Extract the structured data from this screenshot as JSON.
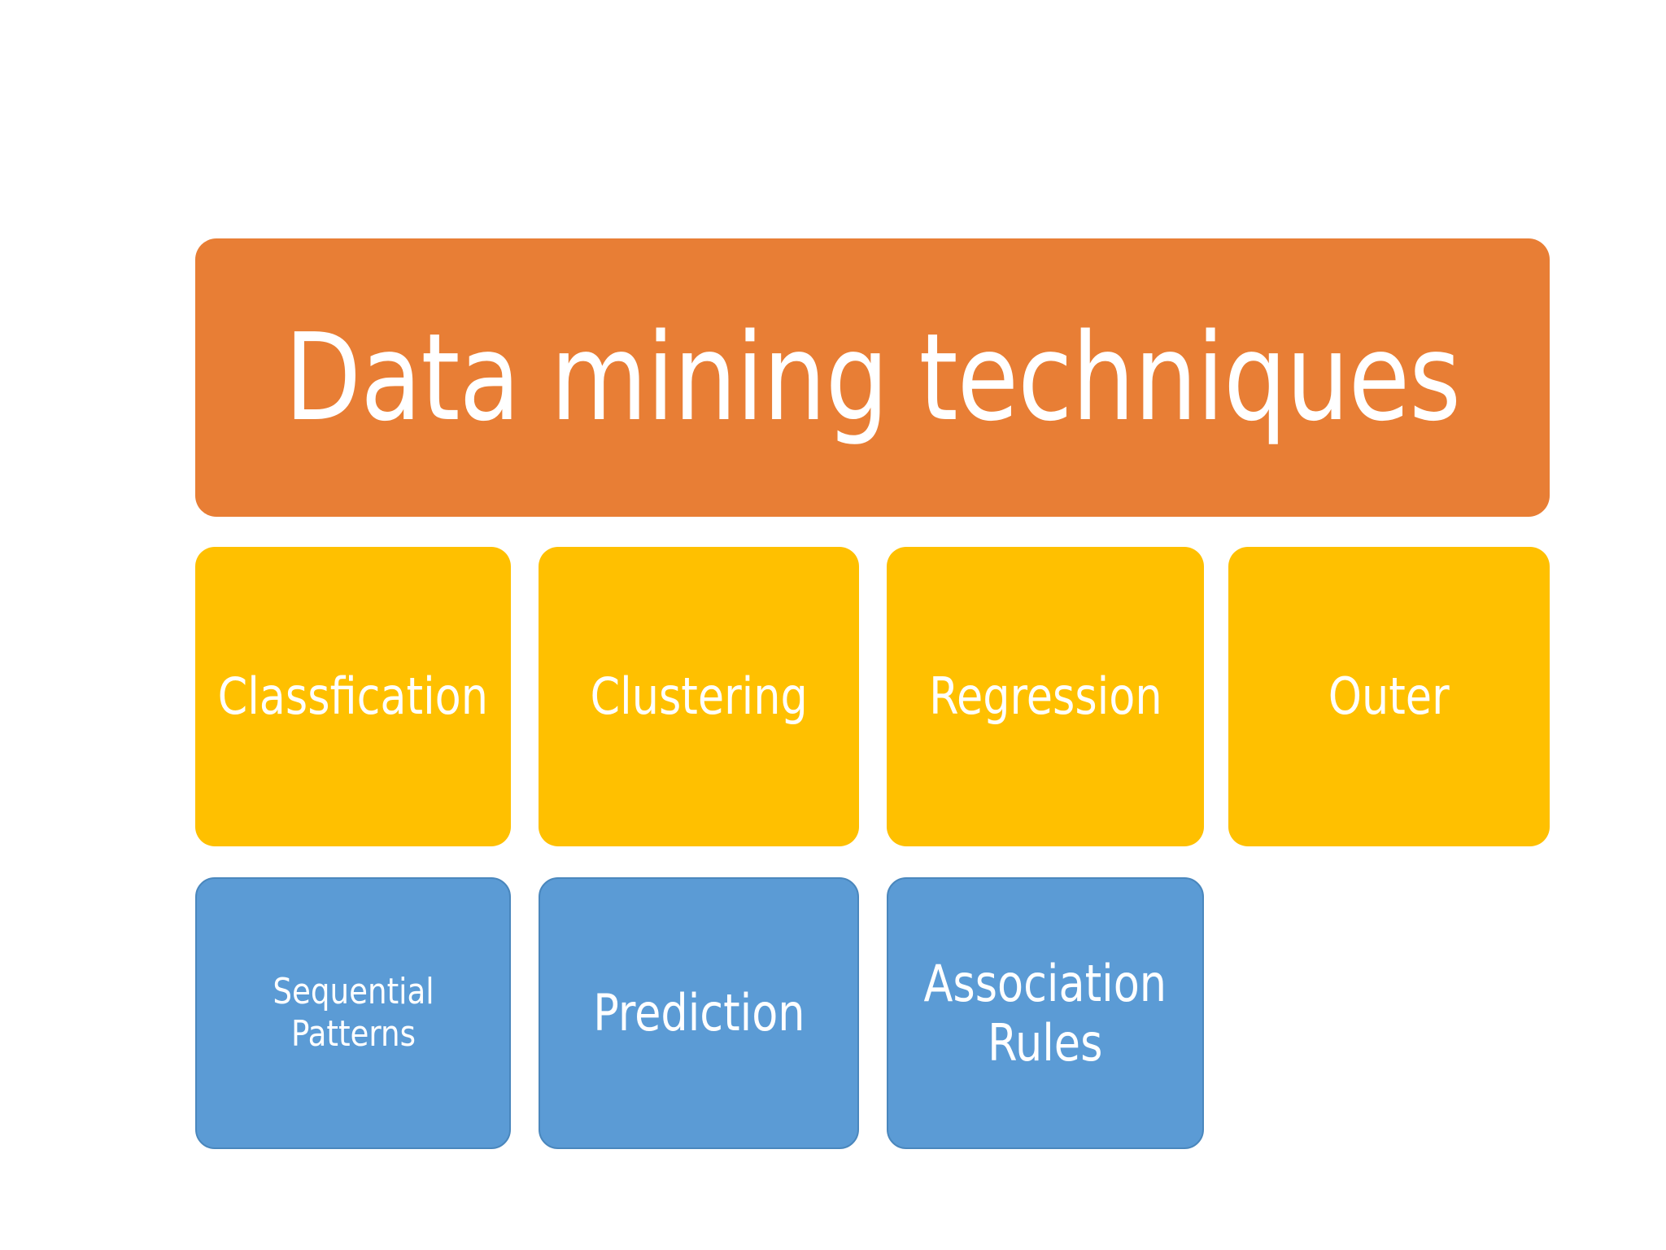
{
  "diagram": {
    "title": "Data mining techniques",
    "colors": {
      "title_box": "#E87E35",
      "tier_one": "#FFC000",
      "tier_two": "#5B9BD5",
      "text": "#FFFFFF",
      "background": "#FFFFFF"
    },
    "tier_one": [
      {
        "label": "Classfication"
      },
      {
        "label": "Clustering"
      },
      {
        "label": "Regression"
      },
      {
        "label": "Outer"
      }
    ],
    "tier_two": [
      {
        "label": "Sequential\nPatterns"
      },
      {
        "label": "Prediction"
      },
      {
        "label": "Association\nRules"
      }
    ]
  }
}
